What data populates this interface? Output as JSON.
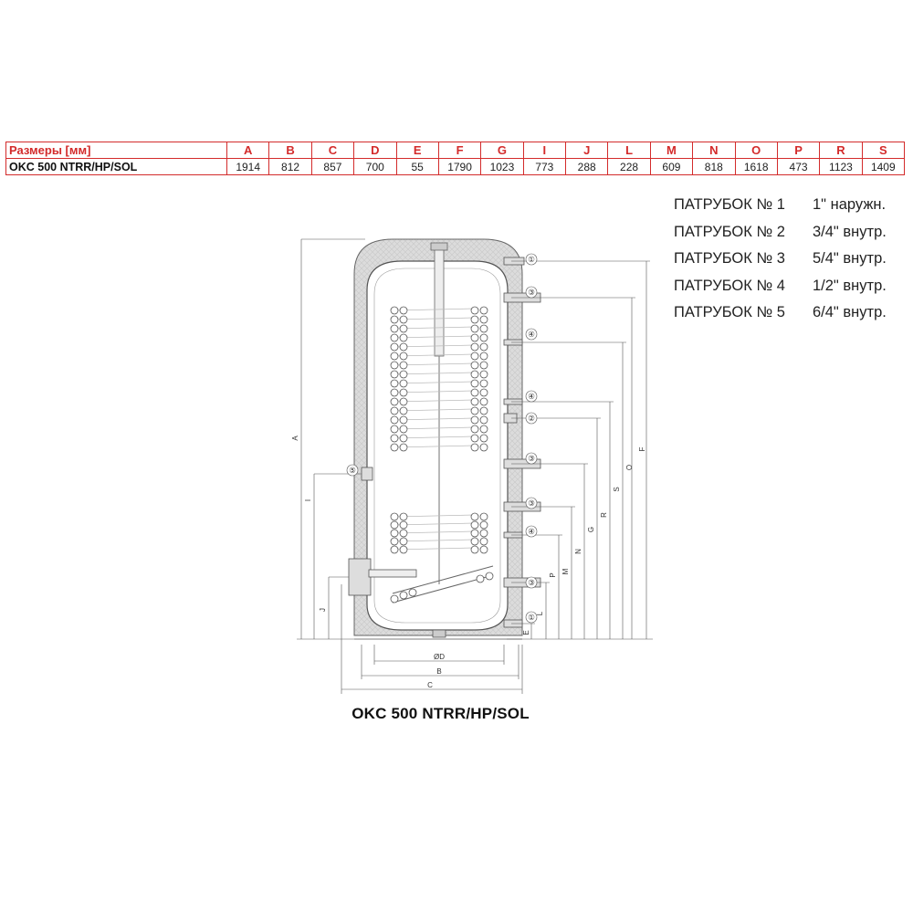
{
  "table": {
    "header_label": "Размеры [мм]",
    "columns": [
      "A",
      "B",
      "C",
      "D",
      "E",
      "F",
      "G",
      "I",
      "J",
      "L",
      "M",
      "N",
      "O",
      "P",
      "R",
      "S"
    ],
    "row_label": "OKC 500 NTRR/HP/SOL",
    "values": [
      "1914",
      "812",
      "857",
      "700",
      "55",
      "1790",
      "1023",
      "773",
      "288",
      "228",
      "609",
      "818",
      "1618",
      "473",
      "1123",
      "1409"
    ]
  },
  "legend": [
    {
      "label": "ПАТРУБОК № 1",
      "value": "1\" наружн."
    },
    {
      "label": "ПАТРУБОК № 2",
      "value": "3/4\" внутр."
    },
    {
      "label": "ПАТРУБОК № 3",
      "value": "5/4\" внутр."
    },
    {
      "label": "ПАТРУБОК № 4",
      "value": "1/2\" внутр."
    },
    {
      "label": "ПАТРУБОК № 5",
      "value": "6/4\" внутр."
    }
  ],
  "drawing": {
    "caption": "OKC 500 NTRR/HP/SOL",
    "connection_marks": [
      "①",
      "③",
      "④",
      "④",
      "②",
      "③",
      "③",
      "④",
      "③",
      "①",
      "⑤"
    ],
    "dimension_labels": {
      "A": "A",
      "I": "I",
      "J": "J",
      "E": "E",
      "L": "L",
      "P": "P",
      "M": "M",
      "N": "N",
      "G": "G",
      "R": "R",
      "S": "S",
      "O": "O",
      "F": "F",
      "D": "ØD",
      "B": "B",
      "C": "C"
    }
  },
  "colors": {
    "accent": "#d32b2b",
    "line": "#555555",
    "insulation": "#d9d9d9"
  }
}
